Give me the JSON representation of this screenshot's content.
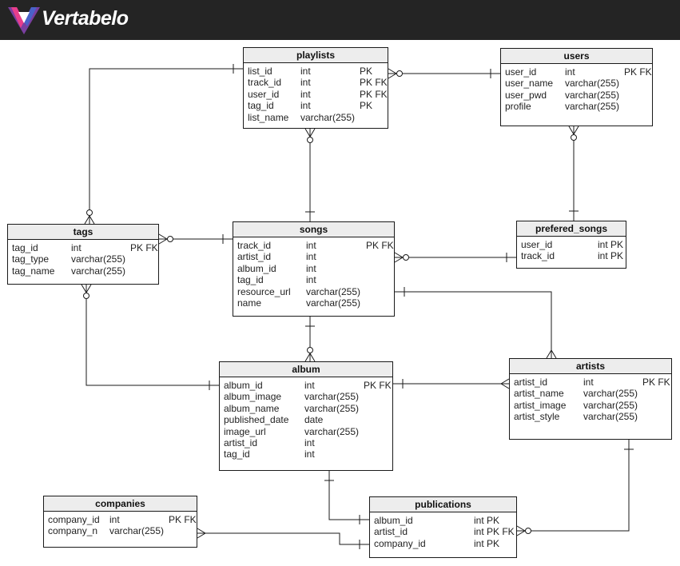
{
  "brand": {
    "name": "Vertabelo"
  },
  "tables": [
    {
      "id": "playlists",
      "name": "playlists",
      "columns": [
        {
          "name": "list_id",
          "type": "int",
          "key": "PK"
        },
        {
          "name": "track_id",
          "type": "int",
          "key": "PK FK"
        },
        {
          "name": "user_id",
          "type": "int",
          "key": "PK FK"
        },
        {
          "name": "tag_id",
          "type": "int",
          "key": "PK"
        },
        {
          "name": "list_name",
          "type": "varchar(255)",
          "key": ""
        }
      ]
    },
    {
      "id": "users",
      "name": "users",
      "columns": [
        {
          "name": "user_id",
          "type": "int",
          "key": "PK FK"
        },
        {
          "name": "user_name",
          "type": "varchar(255)",
          "key": ""
        },
        {
          "name": "user_pwd",
          "type": "varchar(255)",
          "key": ""
        },
        {
          "name": "profile",
          "type": "varchar(255)",
          "key": ""
        }
      ]
    },
    {
      "id": "tags",
      "name": "tags",
      "columns": [
        {
          "name": "tag_id",
          "type": "int",
          "key": "PK FK"
        },
        {
          "name": "tag_type",
          "type": "varchar(255)",
          "key": ""
        },
        {
          "name": "tag_name",
          "type": "varchar(255)",
          "key": ""
        }
      ]
    },
    {
      "id": "songs",
      "name": "songs",
      "columns": [
        {
          "name": "track_id",
          "type": "int",
          "key": "PK FK"
        },
        {
          "name": "artist_id",
          "type": "int",
          "key": ""
        },
        {
          "name": "album_id",
          "type": "int",
          "key": ""
        },
        {
          "name": "tag_id",
          "type": "int",
          "key": ""
        },
        {
          "name": "resource_url",
          "type": "varchar(255)",
          "key": ""
        },
        {
          "name": "name",
          "type": "varchar(255)",
          "key": ""
        }
      ]
    },
    {
      "id": "prefered_songs",
      "name": "prefered_songs",
      "columns": [
        {
          "name": "user_id",
          "type": "int PK",
          "key": ""
        },
        {
          "name": "track_id",
          "type": "int PK",
          "key": ""
        }
      ]
    },
    {
      "id": "album",
      "name": "album",
      "columns": [
        {
          "name": "album_id",
          "type": "int",
          "key": "PK FK"
        },
        {
          "name": "album_image",
          "type": "varchar(255)",
          "key": ""
        },
        {
          "name": "album_name",
          "type": "varchar(255)",
          "key": ""
        },
        {
          "name": "published_date",
          "type": "date",
          "key": ""
        },
        {
          "name": "image_url",
          "type": "varchar(255)",
          "key": ""
        },
        {
          "name": "artist_id",
          "type": "int",
          "key": ""
        },
        {
          "name": "tag_id",
          "type": "int",
          "key": ""
        }
      ]
    },
    {
      "id": "artists",
      "name": "artists",
      "columns": [
        {
          "name": "artist_id",
          "type": "int",
          "key": "PK FK"
        },
        {
          "name": "artist_name",
          "type": "varchar(255)",
          "key": ""
        },
        {
          "name": "artist_image",
          "type": "varchar(255)",
          "key": ""
        },
        {
          "name": "artist_style",
          "type": "varchar(255)",
          "key": ""
        }
      ]
    },
    {
      "id": "companies",
      "name": "companies",
      "columns": [
        {
          "name": "company_id",
          "type": "int",
          "key": "PK FK"
        },
        {
          "name": "company_n",
          "type": "varchar(255)",
          "key": ""
        }
      ]
    },
    {
      "id": "publications",
      "name": "publications",
      "columns": [
        {
          "name": "album_id",
          "type": "int PK",
          "key": ""
        },
        {
          "name": "artist_id",
          "type": "int PK FK",
          "key": ""
        },
        {
          "name": "company_id",
          "type": "int PK",
          "key": ""
        }
      ]
    }
  ]
}
